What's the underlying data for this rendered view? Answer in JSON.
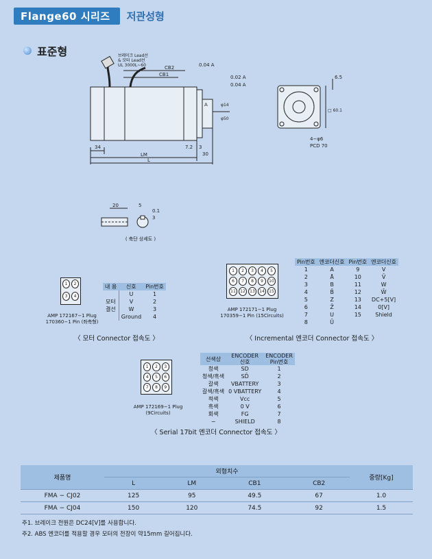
{
  "header": {
    "series": "Flange60 시리즈",
    "subtitle": "저관성형"
  },
  "section": {
    "title": "표준형"
  },
  "motor_drawing": {
    "labels": {
      "brake_lead1": "브레이크 Lead선",
      "brake_lead2": "& 모터 Lead선",
      "brake_lead3": "UL 3000L~60",
      "cb2": "CB2",
      "cb1": "CB1",
      "tol1": "0.04 A",
      "tol2": "0.02 A",
      "tol3": "0.04 A",
      "datum": "A",
      "d14": "φ14",
      "d50": "φ50",
      "dim34": "34",
      "dim72": "7.2",
      "dim3": "3",
      "dim30": "30",
      "lm": "LM",
      "l": "L",
      "dim65": "6.5",
      "dim601": "□ 60.1",
      "holes": "4−φ6",
      "pcd": "PCD 70"
    }
  },
  "shaft_detail": {
    "dim20": "20",
    "dim5": "5",
    "dim3": "3",
    "dim01": "0.1",
    "caption": "( 축단 상세도 )"
  },
  "motor_connector": {
    "plug_text": [
      "AMP 172167−1 Plug",
      "170360−1 Pin (좌측형)"
    ],
    "pins": [
      "1",
      "2",
      "3",
      "4"
    ],
    "headers": [
      "내 용",
      "신호",
      "Pin번호"
    ],
    "group_label": "모터\n결선",
    "rows": [
      [
        "",
        "U",
        "1"
      ],
      [
        "",
        "V",
        "2"
      ],
      [
        "",
        "W",
        "3"
      ],
      [
        "",
        "Ground",
        "4"
      ]
    ],
    "caption": "〈 모터 Connector 접속도 〉"
  },
  "incremental_connector": {
    "plug_text": [
      "AMP 172171−1 Plug",
      "170359−1  Pin  (15Circuits)"
    ],
    "pins": [
      "1",
      "2",
      "3",
      "4",
      "5",
      "6",
      "7",
      "8",
      "9",
      "10",
      "11",
      "12",
      "13",
      "14",
      "15"
    ],
    "headers": [
      "Pin번호",
      "엔코더신호",
      "Pin번호",
      "엔코더신호"
    ],
    "rows": [
      [
        "1",
        "A",
        "9",
        "V"
      ],
      [
        "2",
        "Ā",
        "10",
        "V̄"
      ],
      [
        "3",
        "B",
        "11",
        "W"
      ],
      [
        "4",
        "B̄",
        "12",
        "W̄"
      ],
      [
        "5",
        "Z",
        "13",
        "DC+5[V]"
      ],
      [
        "6",
        "Z̄",
        "14",
        "0[V]"
      ],
      [
        "7",
        "U",
        "15",
        "Shield"
      ],
      [
        "8",
        "Ū",
        "",
        ""
      ]
    ],
    "caption": "〈 Incremental 엔코더 Connector 접속도 〉"
  },
  "serial_connector": {
    "plug_text": [
      "AMP 172169−1 Plug",
      "(9Circuits)"
    ],
    "pins": [
      "1",
      "2",
      "3",
      "4",
      "5",
      "6",
      "7",
      "8",
      "9"
    ],
    "headers": [
      "선색상",
      "ENCODER\n신호",
      "ENCODER\nPin번호"
    ],
    "rows": [
      [
        "청색",
        "SD",
        "1"
      ],
      [
        "청색/흑색",
        "SD̄",
        "2"
      ],
      [
        "갈색",
        "VBATTERY",
        "3"
      ],
      [
        "갈색/흑색",
        "0 VBATTERY",
        "4"
      ],
      [
        "적색",
        "Vcc",
        "5"
      ],
      [
        "흑색",
        "0 V",
        "6"
      ],
      [
        "회색",
        "FG",
        "7"
      ],
      [
        "−",
        "SHIELD",
        "8"
      ]
    ],
    "caption": "〈 Serial 17bit 엔코더 Connector 접속도 〉"
  },
  "dimension_table": {
    "product_header": "제품명",
    "group_header": "외형치수",
    "weight_header": "중량[Kg]",
    "columns": [
      "L",
      "LM",
      "CB1",
      "CB2"
    ],
    "rows": [
      {
        "name": "FMA − CJ02",
        "values": [
          "125",
          "95",
          "49.5",
          "67"
        ],
        "weight": "1.0"
      },
      {
        "name": "FMA − CJ04",
        "values": [
          "150",
          "120",
          "74.5",
          "92"
        ],
        "weight": "1.5"
      }
    ]
  },
  "notes": [
    "주1. 브레이크 전원은 DC24[V]를 사용합니다.",
    "주2. ABS 엔코더를 적용할 경우 모터의 전장이 약15mm 길어집니다."
  ]
}
